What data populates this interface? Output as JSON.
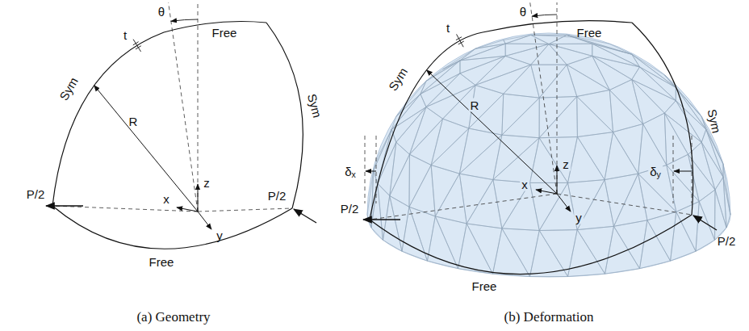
{
  "diagram": {
    "labels": [
      "θ",
      "Free",
      "t",
      "Sym",
      "R",
      "z",
      "x",
      "y",
      "P/2",
      "Free",
      "Sym",
      "P/2",
      "(a) Geometry",
      "θ",
      "t",
      "Free",
      "Sym",
      "R",
      "δx",
      "z",
      "x",
      "y",
      "δy",
      "Sym",
      "P/2",
      "Free",
      "P/2",
      "(b) Deformation"
    ]
  }
}
